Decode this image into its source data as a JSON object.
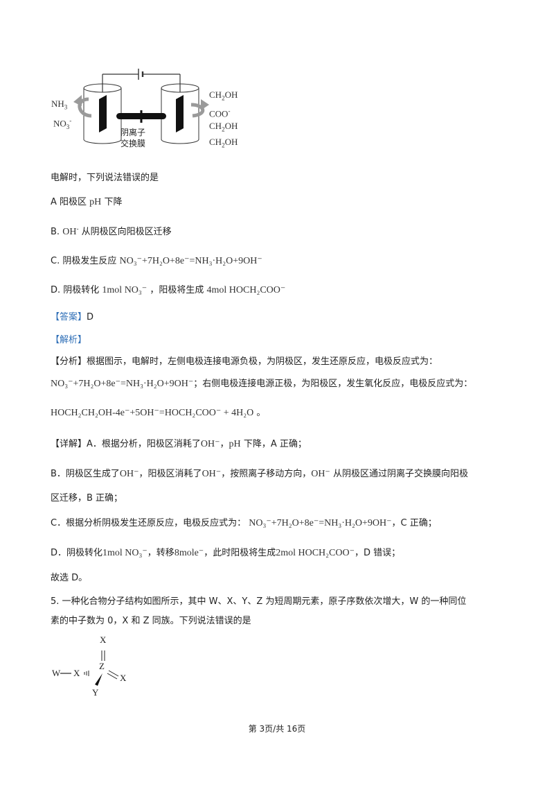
{
  "figure1": {
    "left_species": [
      "NH",
      "NO"
    ],
    "right_species": [
      "CH",
      "2",
      "OH",
      "COO",
      "CH",
      "2",
      "OH",
      "CH",
      "2",
      "OH"
    ],
    "membrane_label": [
      "阴离子",
      "交换膜"
    ]
  },
  "q4": {
    "stem": "电解时，下列说法错误的是",
    "option_a": "A  阳极区",
    "option_a_ph": "pH",
    "option_a_tail": "下降",
    "option_b_prefix": "B.",
    "option_b_ion": "OH",
    "option_b_tail": "从阴极区向阳极区迁移",
    "option_c_prefix": "C.  阴极发生反应",
    "option_c_eq": "NO₃⁻+7H₂O+8e⁻=NH₃·H₂O+9OH⁻",
    "option_d_prefix": "D.  阴极转化",
    "option_d_mid1": "1mol NO₃⁻",
    "option_d_mid2": "，阳极将生成",
    "option_d_mid3": "4mol HOCH₂COO⁻",
    "answer_tag": "【答案】",
    "answer": "D",
    "analysis_tag": "【解析】",
    "analysis_line1": "【分析】根据图示，电解时，左侧电极连接电源负极，为阴极区，发生还原反应，电极反应式为：",
    "analysis_eq1": "NO₃⁻+7H₂O+8e⁻=NH₃·H₂O+9OH⁻",
    "analysis_line2_tail": "；右侧电极连接电源正极，为阳极区，发生氧化反应，电极反应式为：",
    "analysis_eq2": "HOCH₂CH₂OH-4e⁻+5OH⁻=HOCH₂COO⁻ + 4H₂O",
    "analysis_eq2_end": "。",
    "detail_a": "【详解】A．根据分析，阳极区消耗了",
    "detail_a_ion": "OH⁻",
    "detail_a_mid": "，",
    "detail_a_ph": "pH",
    "detail_a_tail": "下降，A 正确；",
    "detail_b1": "B．阴极区生成了",
    "detail_b_ion1": "OH⁻",
    "detail_b2": "，阳极区消耗了",
    "detail_b_ion2": "OH⁻",
    "detail_b3": "，按照离子移动方向，",
    "detail_b_ion3": "OH⁻",
    "detail_b4": "从阴极区通过阴离子交换膜向阳极",
    "detail_b5": "区迁移，B 正确；",
    "detail_c1": "C．根据分析阴极发生还原反应，电极反应式为：",
    "detail_c_eq": "NO₃⁻+7H₂O+8e⁻=NH₃·H₂O+9OH⁻",
    "detail_c2": "，C 正确；",
    "detail_d1": "D．阴极转化",
    "detail_d_q1": "1mol NO₃⁻",
    "detail_d2": "，转移",
    "detail_d_q2": "8mole⁻",
    "detail_d3": "，此时阳极将生成",
    "detail_d_q3": "2mol HOCH₂COO⁻",
    "detail_d4": "，D 错误；",
    "conclusion": "故选 D。"
  },
  "q5": {
    "line1": "5. 一种化合物分子结构如图所示，其中 W、X、Y、Z 为短周期元素，原子序数依次增大，W 的一种同位",
    "line2": "素的中子数为 0，X 和 Z 同族。下列说法错误的是",
    "atoms": {
      "w": "W",
      "x_left": "X",
      "z": "Z",
      "x_top": "X",
      "x_right": "X",
      "y": "Y"
    }
  },
  "footer": {
    "page": "第 3页/共 16页"
  }
}
